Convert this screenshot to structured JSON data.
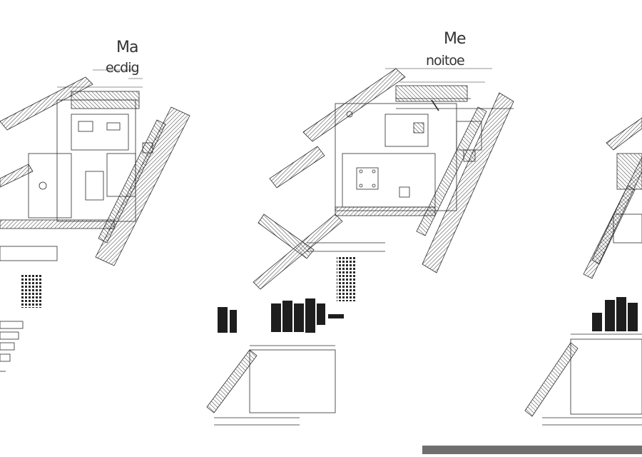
{
  "drawing": {
    "plans": [
      {
        "id": "left",
        "title_line1": "Ma",
        "title_line2": "ecdig"
      },
      {
        "id": "center",
        "title_line1": "Me",
        "title_line2": "noitoe"
      },
      {
        "id": "right",
        "title_line1": "",
        "title_line2": ""
      }
    ]
  },
  "colors": {
    "line": "#2b2b2b",
    "hatch": "#3a3a3a",
    "fill_dark": "#1e1e1e",
    "footer_bar": "#6f6f6f"
  }
}
